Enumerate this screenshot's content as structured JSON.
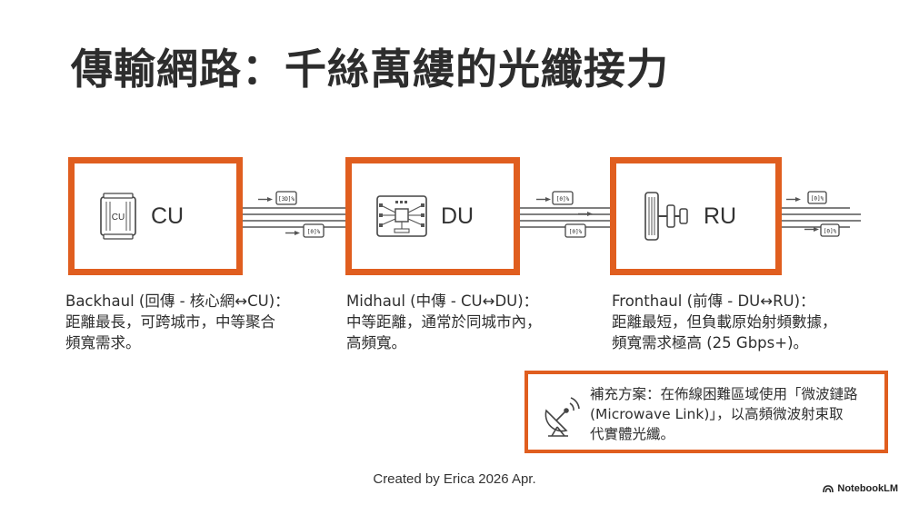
{
  "title": "傳輸網路：千絲萬縷的光纖接力",
  "nodes": [
    {
      "label": "CU",
      "icon": "cu-server-icon",
      "icon_text": "CU"
    },
    {
      "label": "DU",
      "icon": "du-board-icon"
    },
    {
      "label": "RU",
      "icon": "ru-antenna-icon"
    }
  ],
  "packet_tags": {
    "backhaul_top": "[3D]% ",
    "backhaul_bottom": "[0]%",
    "midhaul_top": "[0]%",
    "midhaul_bottom": "[0]%",
    "fronthaul_top": "[0]%",
    "fronthaul_bottom": "[0]%"
  },
  "descriptions": {
    "backhaul": {
      "heading": "Backhaul (回傳 - 核心網↔CU)：",
      "lines": [
        "距離最長，可跨城市，中等聚合",
        "頻寬需求。"
      ]
    },
    "midhaul": {
      "heading": "Midhaul (中傳 - CU↔DU)：",
      "lines": [
        "中等距離，通常於同城市內，",
        "高頻寬。"
      ]
    },
    "fronthaul": {
      "heading": "Fronthaul (前傳 - DU↔RU)：",
      "lines": [
        "距離最短，但負載原始射頻數據，",
        "頻寬需求極高 (25 Gbps+)。"
      ]
    }
  },
  "supplement": {
    "icon": "satellite-dish-icon",
    "lines": [
      "補充方案：在佈線困難區域使用「微波鏈路",
      "(Microwave Link)」，以高頻微波射束取",
      "代實體光纖。"
    ]
  },
  "footer": "Created by Erica 2026 Apr.",
  "brand": "NotebookLM",
  "colors": {
    "accent": "#e05e1f",
    "text": "#2d2d2d",
    "line": "#555555"
  }
}
